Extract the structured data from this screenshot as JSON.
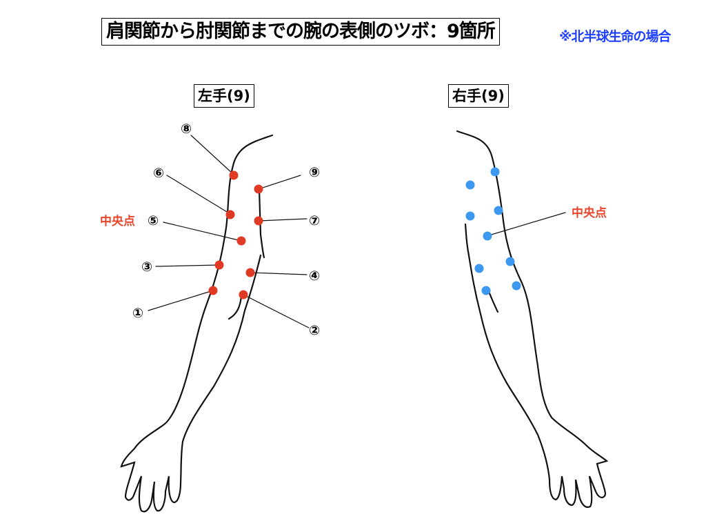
{
  "title": "肩関節から肘関節までの腕の表側のツボ：9箇所",
  "note": "※北半球生命の場合",
  "left_arm": {
    "label": "左手(9)",
    "center_label": "中央点",
    "dot_color": "#e03a25",
    "points": [
      "①",
      "②",
      "③",
      "④",
      "⑤",
      "⑥",
      "⑦",
      "⑧",
      "⑨"
    ]
  },
  "right_arm": {
    "label": "右手(9)",
    "center_label": "中央点",
    "dot_color": "#3d99f0"
  }
}
